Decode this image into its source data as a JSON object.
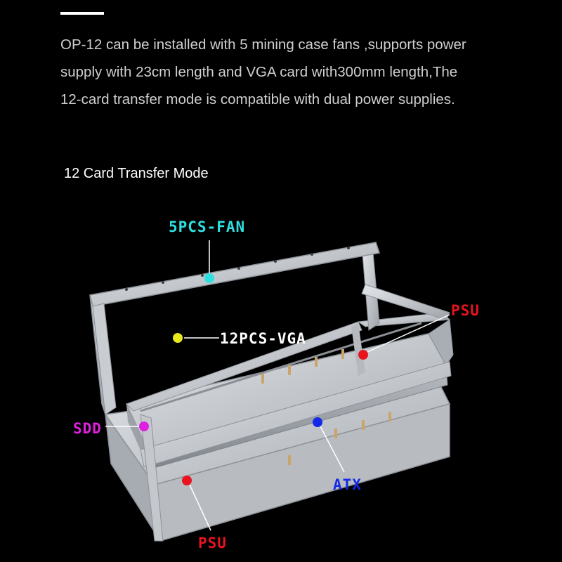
{
  "description": {
    "lines": [
      "OP-12 can be installed with 5 mining case fans ,supports power",
      "supply with 23cm length and VGA card with300mm length,The",
      "12-card transfer mode is compatible with dual power supplies."
    ]
  },
  "mode_title": "12 Card Transfer Mode",
  "callouts": {
    "fan": {
      "label": "5PCS-FAN",
      "color": "#2fe0e0"
    },
    "vga": {
      "label": "12PCS-VGA",
      "color": "#e8e81a"
    },
    "psu_top": {
      "label": "PSU",
      "color": "#e8141e"
    },
    "sdd": {
      "label": "SDD",
      "color": "#e020e0"
    },
    "atx": {
      "label": "ATX",
      "color": "#1428e8"
    },
    "psu_bottom": {
      "label": "PSU",
      "color": "#e8141e"
    }
  }
}
